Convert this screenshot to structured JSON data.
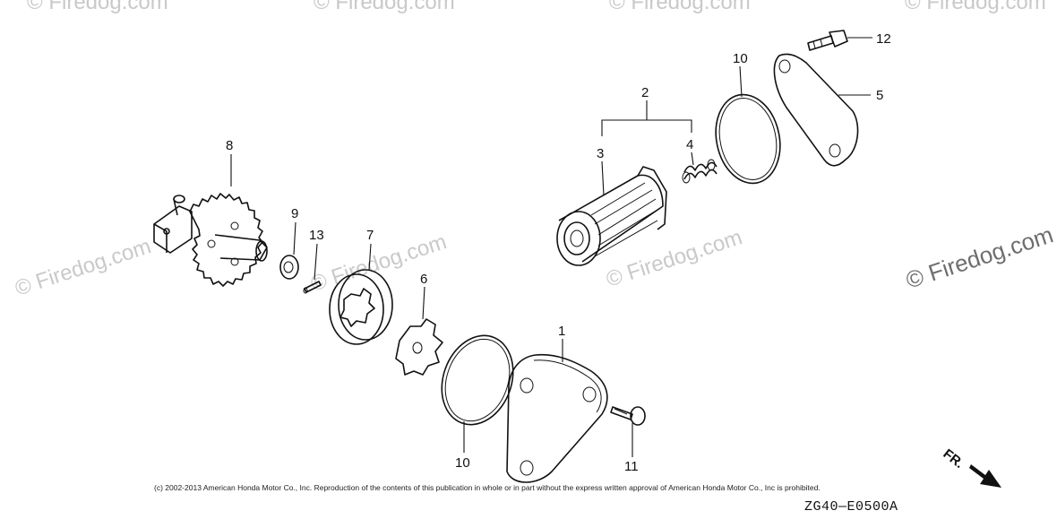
{
  "watermarks": {
    "text": "© Firedog.com",
    "brand": "© Firedog.com"
  },
  "callouts": {
    "c1": "1",
    "c2": "2",
    "c3": "3",
    "c4": "4",
    "c5": "5",
    "c6": "6",
    "c7": "7",
    "c8": "8",
    "c9": "9",
    "c10a": "10",
    "c10b": "10",
    "c11": "11",
    "c12": "12",
    "c13": "13"
  },
  "direction_marker": "FR.",
  "copyright": "(c) 2002-2013 American Honda Motor Co., Inc. Reproduction of the contents of this publication in whole or in part without the express written approval of American Honda Motor Co., Inc is prohibited.",
  "diagram_code": "ZG40—E0500A"
}
